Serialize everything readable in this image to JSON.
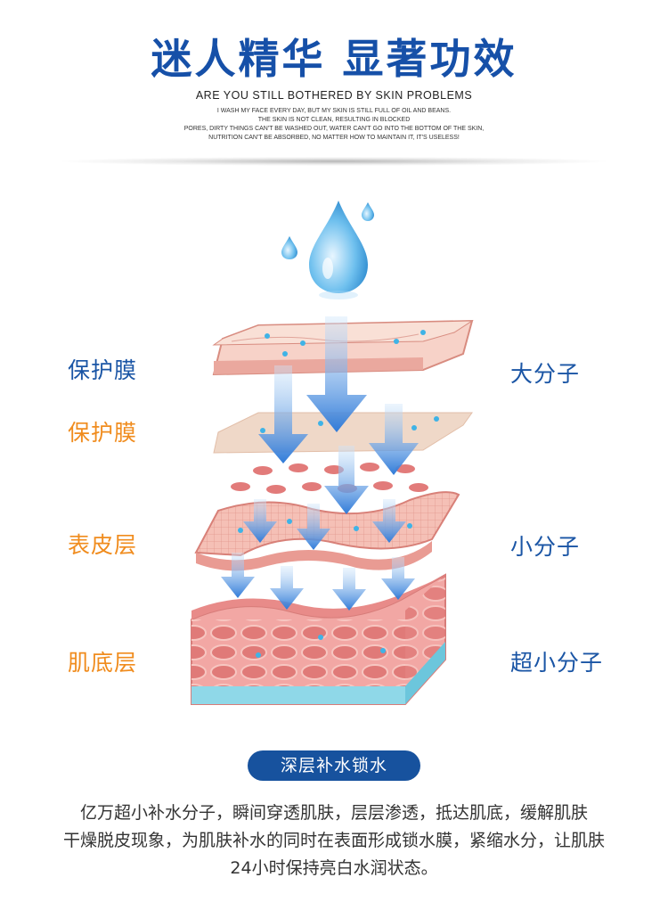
{
  "header": {
    "title": "迷人精华 显著功效",
    "subtitle": "ARE YOU STILL BOTHERED BY SKIN PROBLEMS",
    "lines": [
      "I WASH MY FACE EVERY DAY, BUT MY SKIN IS STILL FULL OF OIL AND BEANS.",
      "THE SKIN IS NOT CLEAN, RESULTING IN BLOCKED",
      "PORES, DIRTY THINGS CAN'T BE WASHED OUT, WATER CAN'T GO INTO THE BOTTOM OF THE SKIN,",
      "NUTRITION CAN'T BE ABSORBED, NO MATTER HOW TO MAINTAIN IT, IT'S USELESS!"
    ]
  },
  "left_labels": [
    "保护膜",
    "保护膜",
    "表皮层",
    "肌底层"
  ],
  "right_labels": [
    "大分子",
    "小分子",
    "超小分子"
  ],
  "colors": {
    "title_blue": "#1650a8",
    "label_blue": "#1a55a5",
    "label_orange": "#f08c1e",
    "badge_bg": "#17529e",
    "skin_pink": "#f2b8b0",
    "water_blue": "#4aa8e0"
  },
  "icons": [
    "water-drop-icon"
  ],
  "badge": "深层补水锁水",
  "description": [
    "亿万超小补水分子，瞬间穿透肌肤，层层渗透，抵达肌底，缓解肌肤",
    "干燥脱皮现象，为肌肤补水的同时在表面形成锁水膜，紧缩水分，让肌肤",
    "24小时保持亮白水润状态。"
  ]
}
